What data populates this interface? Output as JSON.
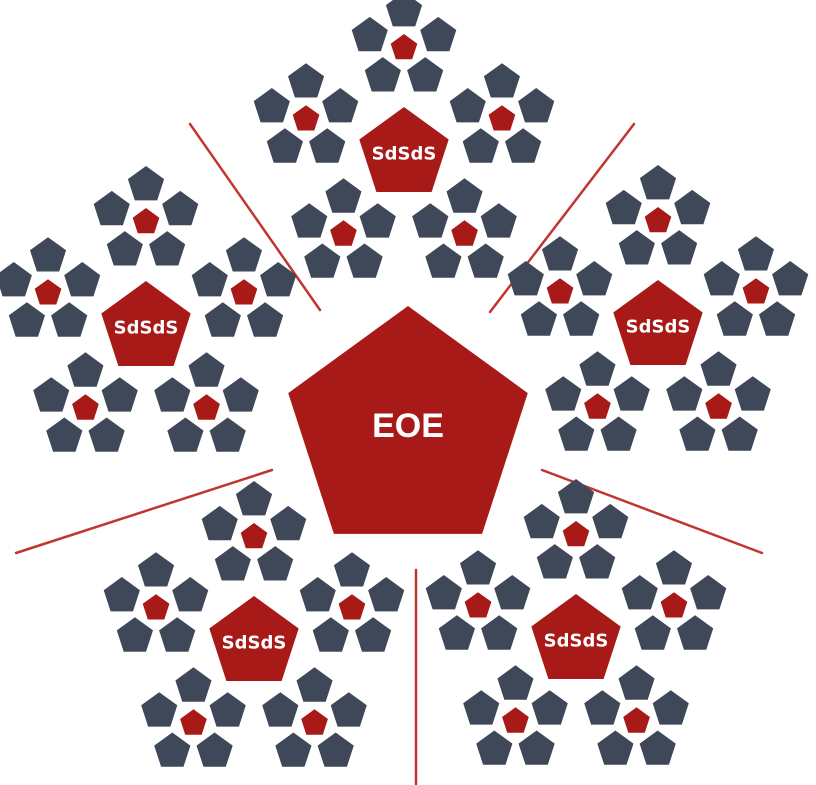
{
  "diagram": {
    "center_label": "EOE",
    "clusters": [
      {
        "label": "SdSdS"
      },
      {
        "label": "SdSdS"
      },
      {
        "label": "SdSdS"
      },
      {
        "label": "SdSdS"
      },
      {
        "label": "SdSdS"
      }
    ]
  },
  "colors": {
    "red": "#a81a17",
    "slate": "#3e4858",
    "divider": "#c0362f",
    "background": "#ffffff"
  }
}
